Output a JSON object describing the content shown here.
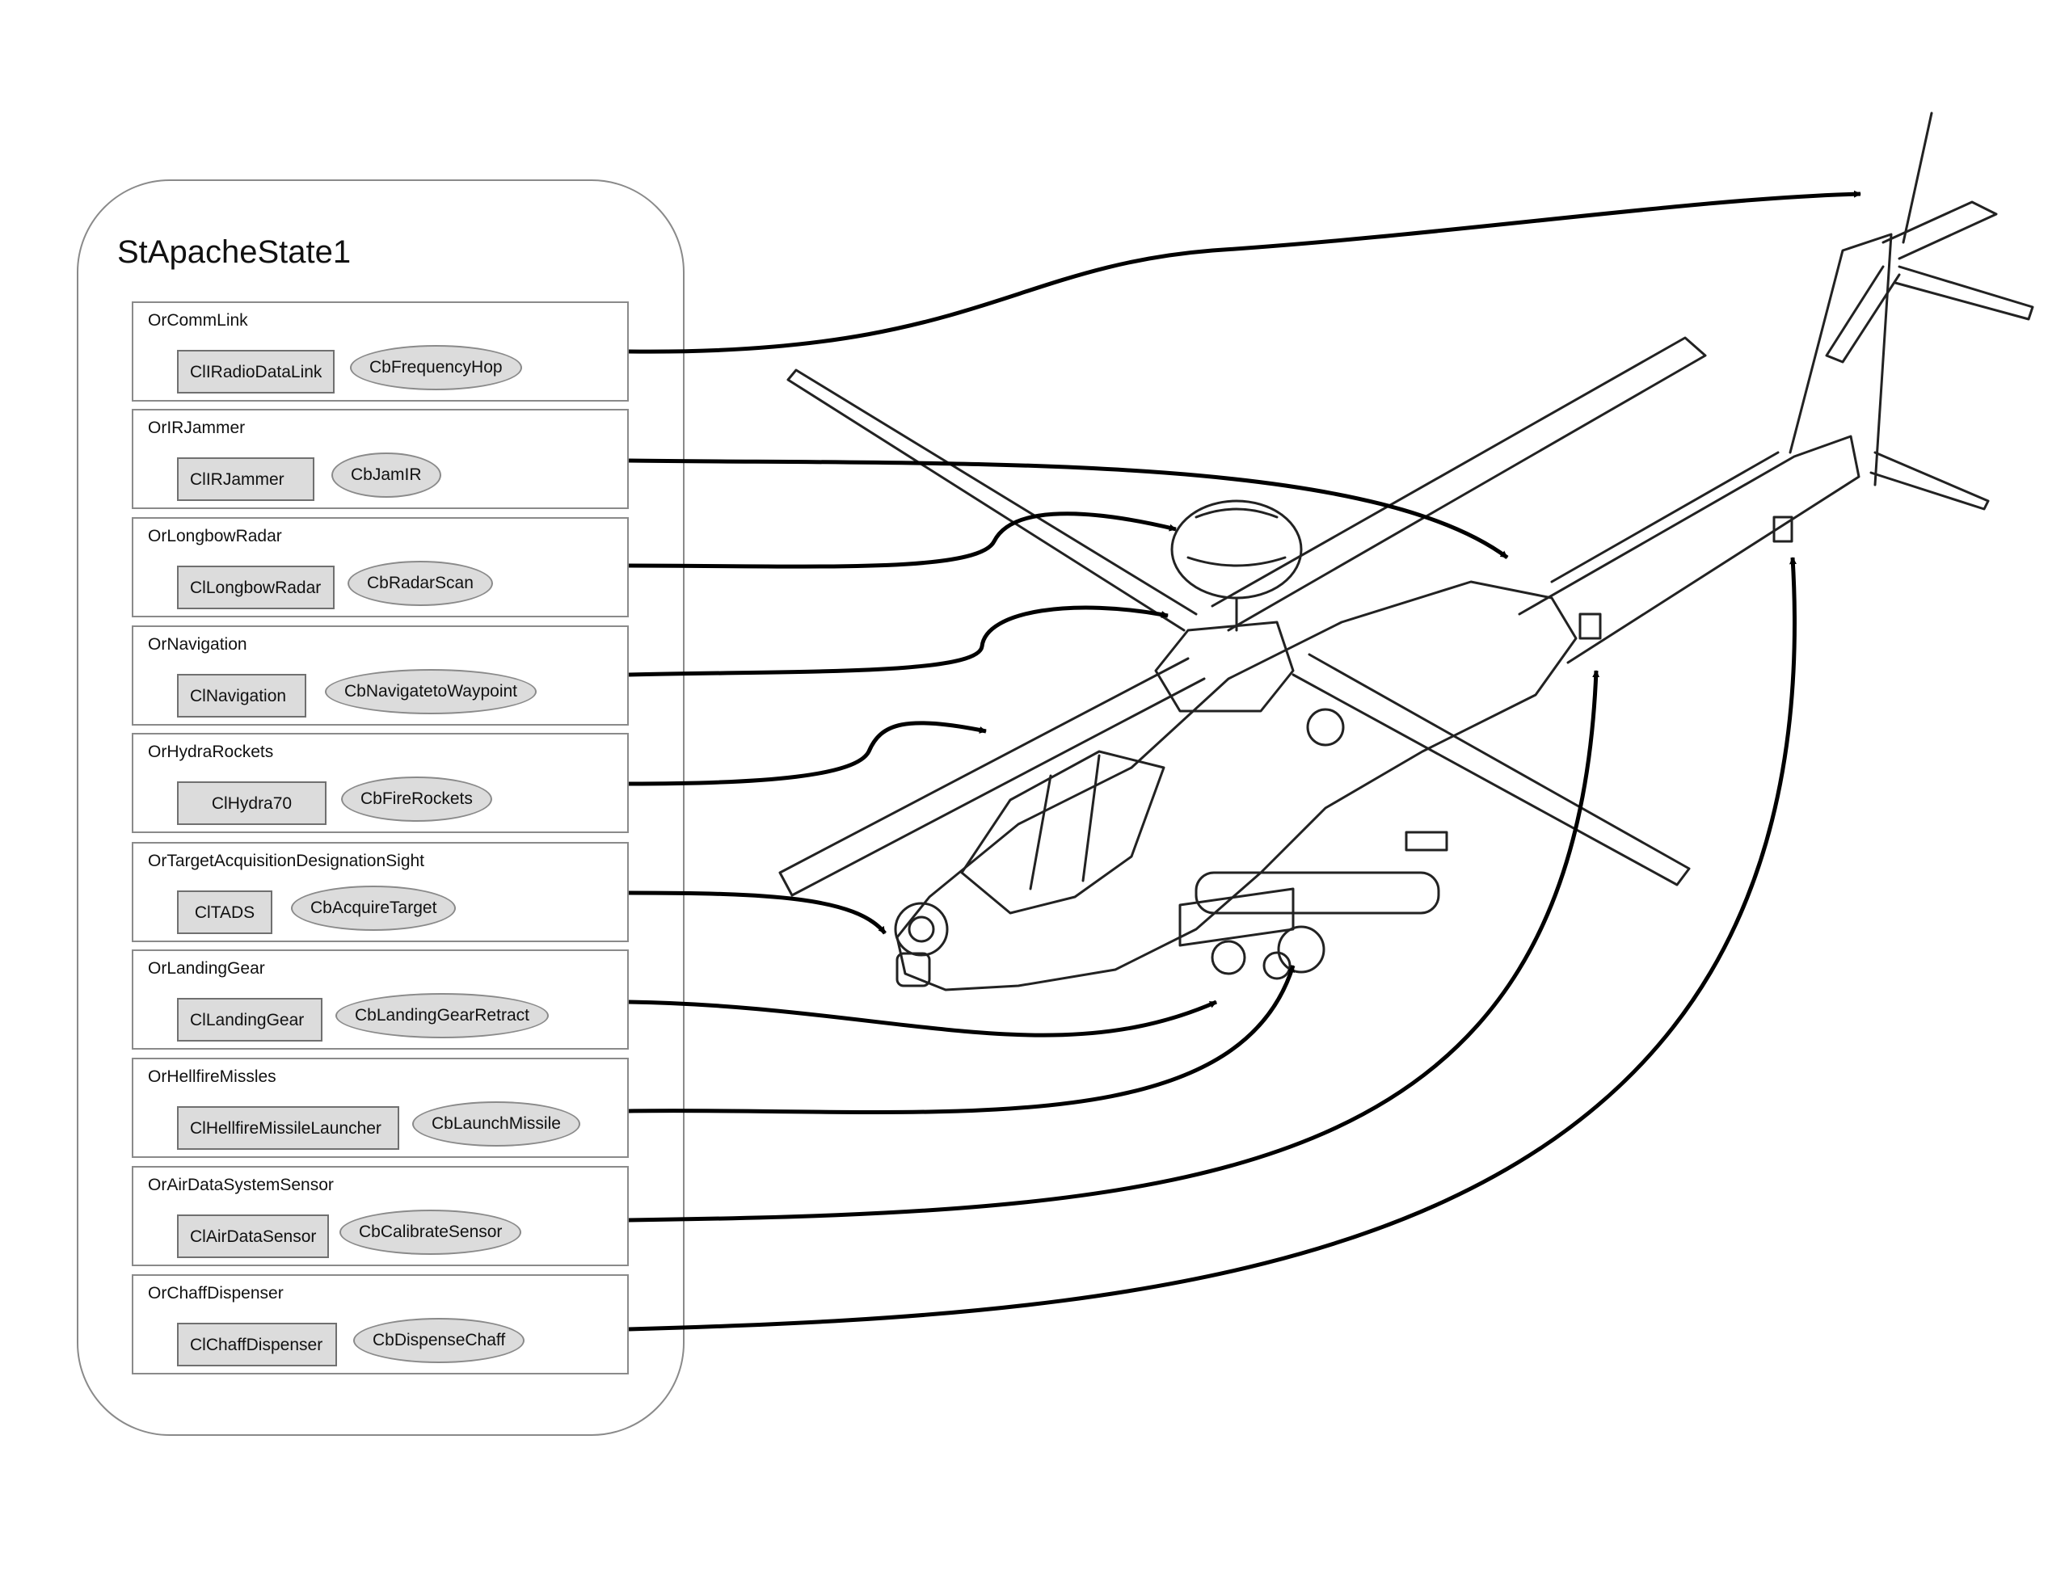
{
  "state": {
    "title": "StApacheState1",
    "regions": [
      {
        "name": "OrCommLink",
        "class": "ClIRadioDataLink",
        "behavior": "CbFrequencyHop"
      },
      {
        "name": "OrIRJammer",
        "class": "ClIRJammer",
        "behavior": "CbJamIR"
      },
      {
        "name": "OrLongbowRadar",
        "class": "ClLongbowRadar",
        "behavior": "CbRadarScan"
      },
      {
        "name": "OrNavigation",
        "class": "ClNavigation",
        "behavior": "CbNavigatetoWaypoint"
      },
      {
        "name": "OrHydraRockets",
        "class": "ClHydra70",
        "behavior": "CbFireRockets"
      },
      {
        "name": "OrTargetAcquisitionDesignationSight",
        "class": "ClTADS",
        "behavior": "CbAcquireTarget"
      },
      {
        "name": "OrLandingGear",
        "class": "ClLandingGear",
        "behavior": "CbLandingGearRetract"
      },
      {
        "name": "OrHellfireMissles",
        "class": "ClHellfireMissileLauncher",
        "behavior": "CbLaunchMissile"
      },
      {
        "name": "OrAirDataSystemSensor",
        "class": "ClAirDataSensor",
        "behavior": "CbCalibrateSensor"
      },
      {
        "name": "OrChaffDispenser",
        "class": "ClChaffDispenser",
        "behavior": "CbDispenseChaff"
      }
    ]
  },
  "colors": {
    "region_border": "#8a8a8a",
    "element_fill": "#dcdcdc",
    "connector": "#000000",
    "drawing_line": "#222222"
  },
  "illustration": {
    "subject": "helicopter-drawing"
  }
}
